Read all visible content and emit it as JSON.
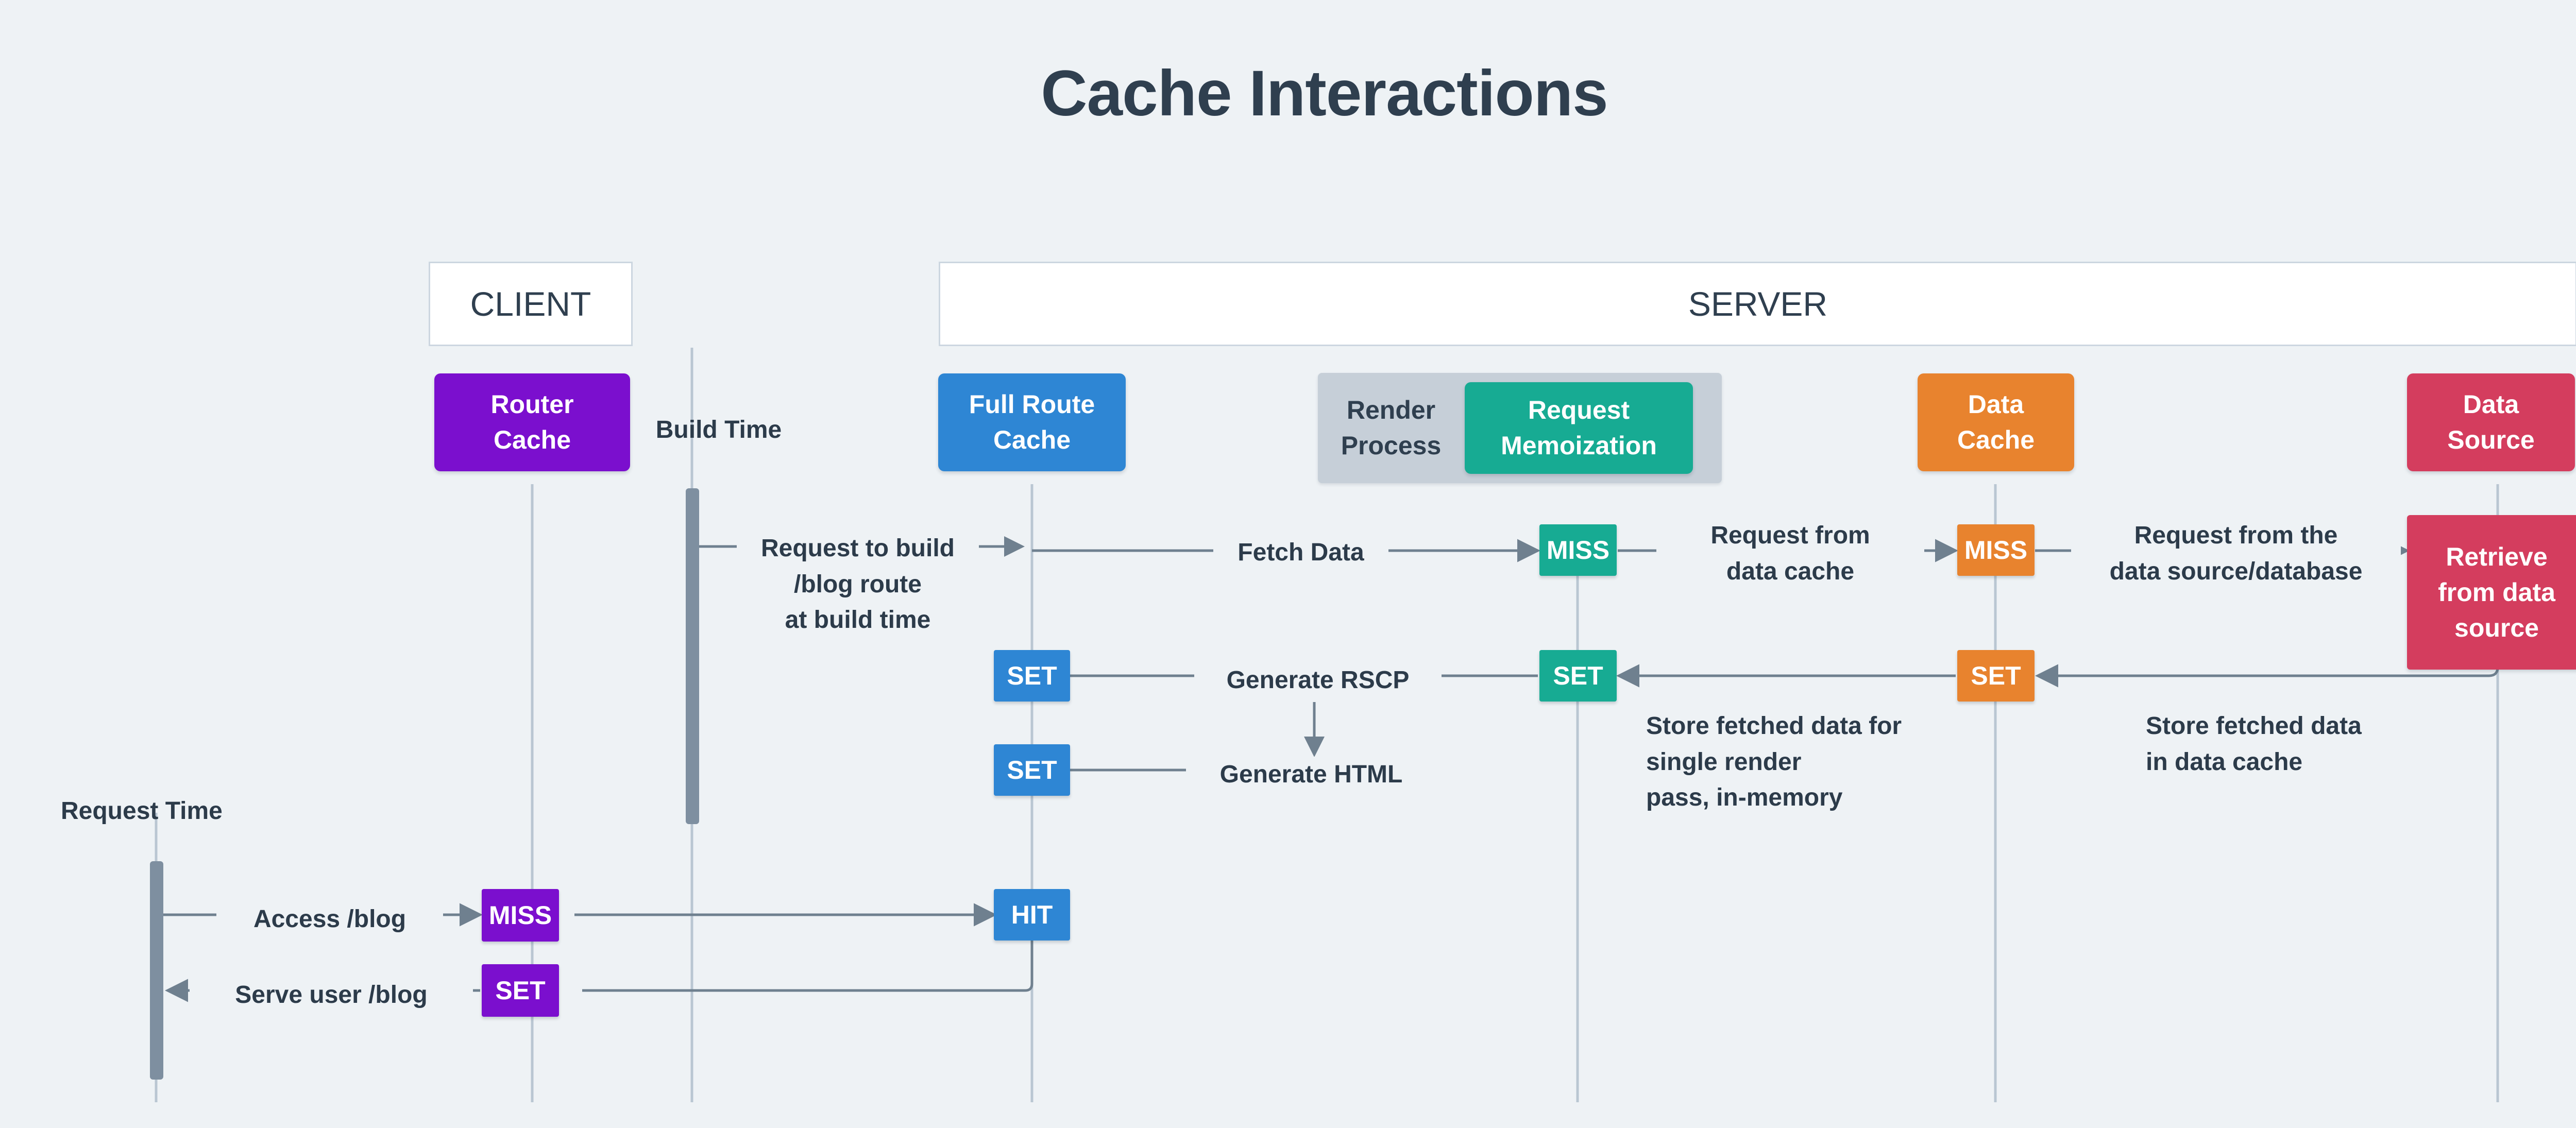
{
  "title": "Cache Interactions",
  "zones": {
    "client": "CLIENT",
    "server": "SERVER"
  },
  "participants": {
    "router_cache": "Router\nCache",
    "build_time": "Build Time",
    "full_route_cache": "Full Route\nCache",
    "render_process": "Render\nProcess",
    "request_memoization": "Request\nMemoization",
    "data_cache": "Data\nCache",
    "data_source": "Data\nSource",
    "retrieve_from_data_source": "Retrieve\nfrom data\nsource",
    "request_time": "Request Time"
  },
  "messages": {
    "request_to_build": "Request to build\n/blog route\nat build time",
    "fetch_data": "Fetch Data",
    "request_from_data_cache": "Request from\ndata cache",
    "request_from_the_data_source_database": "Request from the\ndata source/database",
    "generate_rscp": "Generate RSCP",
    "generate_html": "Generate HTML",
    "store_fetched_data_render_pass": "Store fetched data for\nsingle render\npass, in-memory",
    "store_fetched_data_in_data_cache": "Store fetched data\nin data cache",
    "access_blog": "Access /blog",
    "serve_user_blog": "Serve user /blog"
  },
  "status_tags": {
    "full_route_set_rscp": "SET",
    "full_route_set_html": "SET",
    "memo_miss": "MISS",
    "memo_set": "SET",
    "data_cache_miss": "MISS",
    "data_cache_set": "SET",
    "router_miss": "MISS",
    "router_set": "SET",
    "full_route_hit": "HIT"
  },
  "colors": {
    "background": "#eef2f5",
    "text": "#2c3b4a",
    "router_cache": "#7b0fce",
    "full_route_cache": "#2e86d4",
    "request_memoization": "#17ab93",
    "data_cache": "#e8832e",
    "data_source": "#d43d5e",
    "render_process": "#c6cfd8",
    "lifeline": "#b9c6d2",
    "activation": "#7e8fa0",
    "arrow": "#6f808f"
  }
}
